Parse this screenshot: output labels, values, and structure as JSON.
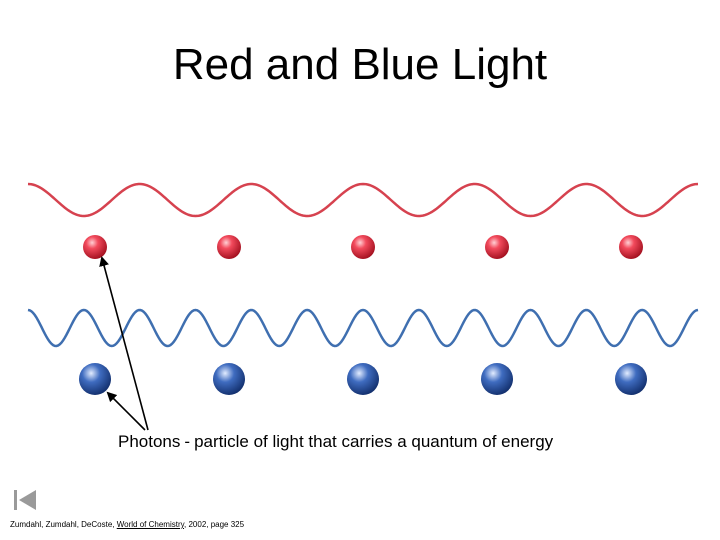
{
  "slide": {
    "title": "Red and Blue Light",
    "caption": {
      "term": "Photons",
      "separator": "-",
      "definition": "particle of light that carries a quantum of energy"
    },
    "citation": {
      "authors": "Zumdahl, Zumdahl, DeCoste,",
      "work": "World of Chemistry",
      "details": "2002, page 325"
    }
  },
  "diagram": {
    "red": {
      "wave_color": "#d6424f",
      "photon_color": "#e8364a",
      "wave_cycles": 6,
      "photon_count": 5
    },
    "blue": {
      "wave_color": "#3f6fb0",
      "photon_color": "#2f5aa6",
      "wave_cycles": 12,
      "photon_count": 5
    }
  },
  "navigation": {
    "back_icon": "first-slide-icon"
  }
}
